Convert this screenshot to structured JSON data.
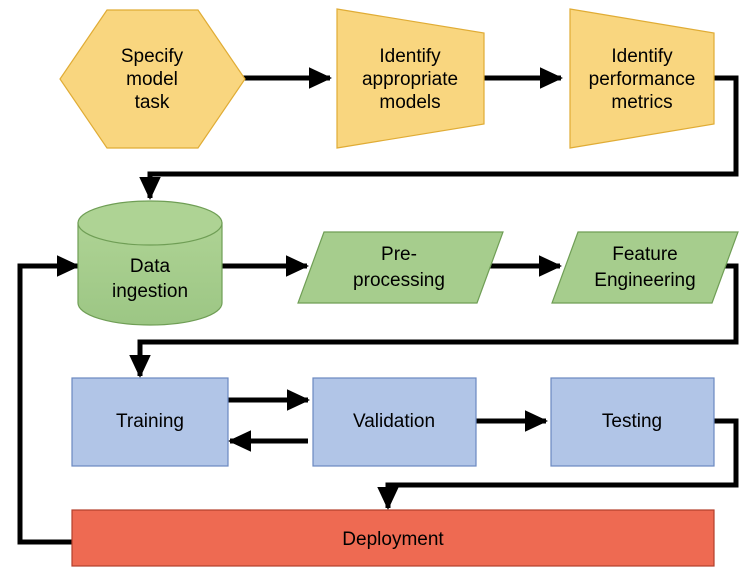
{
  "diagram": {
    "title": "Machine Learning Pipeline Flowchart",
    "background": "#ffffff",
    "colors": {
      "yellow_fill": "#f9d67f",
      "yellow_stroke": "#e0ac35",
      "green_fill": "#a6cd8d",
      "green_stroke": "#6f9e55",
      "blue_fill": "#b1c5e7",
      "blue_stroke": "#6b88c0",
      "red_fill": "#ee6a52",
      "red_stroke": "#b33f2c",
      "edge": "#000000",
      "text": "#000000"
    },
    "nodes": [
      {
        "id": "specify-model-task",
        "shape": "hexagon",
        "color_group": "yellow",
        "lines": [
          "Specify",
          "model",
          "task"
        ]
      },
      {
        "id": "identify-appropriate-models",
        "shape": "trapezoid",
        "color_group": "yellow",
        "lines": [
          "Identify",
          "appropriate",
          "models"
        ]
      },
      {
        "id": "identify-performance-metrics",
        "shape": "trapezoid",
        "color_group": "yellow",
        "lines": [
          "Identify",
          "performance",
          "metrics"
        ]
      },
      {
        "id": "data-ingestion",
        "shape": "cylinder",
        "color_group": "green",
        "lines": [
          "Data",
          "ingestion"
        ]
      },
      {
        "id": "pre-processing",
        "shape": "parallelogram",
        "color_group": "green",
        "lines": [
          "Pre-",
          "processing"
        ]
      },
      {
        "id": "feature-engineering",
        "shape": "parallelogram",
        "color_group": "green",
        "lines": [
          "Feature",
          "Engineering"
        ]
      },
      {
        "id": "training",
        "shape": "rectangle",
        "color_group": "blue",
        "lines": [
          "Training"
        ]
      },
      {
        "id": "validation",
        "shape": "rectangle",
        "color_group": "blue",
        "lines": [
          "Validation"
        ]
      },
      {
        "id": "testing",
        "shape": "rectangle",
        "color_group": "blue",
        "lines": [
          "Testing"
        ]
      },
      {
        "id": "deployment",
        "shape": "rectangle",
        "color_group": "red",
        "lines": [
          "Deployment"
        ]
      }
    ],
    "edges": [
      {
        "id": "specify-to-identify-models",
        "from": "specify-model-task",
        "to": "identify-appropriate-models",
        "arrow": true
      },
      {
        "id": "models-to-metrics",
        "from": "identify-appropriate-models",
        "to": "identify-performance-metrics",
        "arrow": true
      },
      {
        "id": "metrics-to-data-ingestion",
        "from": "identify-performance-metrics",
        "to": "data-ingestion",
        "arrow": true
      },
      {
        "id": "data-ingestion-to-preprocessing",
        "from": "data-ingestion",
        "to": "pre-processing",
        "arrow": true
      },
      {
        "id": "preprocessing-to-feature-engineering",
        "from": "pre-processing",
        "to": "feature-engineering",
        "arrow": true
      },
      {
        "id": "feature-engineering-to-training",
        "from": "feature-engineering",
        "to": "training",
        "arrow": true
      },
      {
        "id": "training-to-validation",
        "from": "training",
        "to": "validation",
        "arrow": true
      },
      {
        "id": "validation-to-training",
        "from": "validation",
        "to": "training",
        "arrow": true
      },
      {
        "id": "validation-to-testing",
        "from": "validation",
        "to": "testing",
        "arrow": true
      },
      {
        "id": "testing-to-deployment",
        "from": "testing",
        "to": "deployment",
        "arrow": true
      },
      {
        "id": "deployment-to-data-ingestion",
        "from": "deployment",
        "to": "data-ingestion",
        "arrow": true
      }
    ]
  },
  "labels": {
    "specify_l1": "Specify",
    "specify_l2": "model",
    "specify_l3": "task",
    "models_l1": "Identify",
    "models_l2": "appropriate",
    "models_l3": "models",
    "metrics_l1": "Identify",
    "metrics_l2": "performance",
    "metrics_l3": "metrics",
    "ingestion_l1": "Data",
    "ingestion_l2": "ingestion",
    "preproc_l1": "Pre-",
    "preproc_l2": "processing",
    "feature_l1": "Feature",
    "feature_l2": "Engineering",
    "training": "Training",
    "validation": "Validation",
    "testing": "Testing",
    "deployment": "Deployment"
  }
}
